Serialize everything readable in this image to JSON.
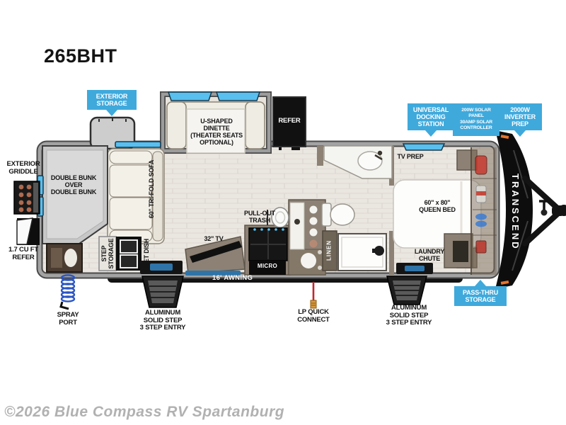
{
  "page": {
    "model": "265BHT",
    "watermark": "©2026 Blue Compass RV Spartanburg"
  },
  "brand": {
    "front_cap": "TRANSCEND"
  },
  "callouts": {
    "exterior_storage": "EXTERIOR\nSTORAGE",
    "universal_docking_station": "UNIVERSAL\nDOCKING\nSTATION",
    "solar": "200W SOLAR PANEL\n30AMP SOLAR\nCONTROLLER",
    "inverter_prep": "2000W\nINVERTER\nPREP",
    "pass_thru_storage": "PASS-THRU\nSTORAGE"
  },
  "exterior": {
    "griddle": "EXTERIOR\nGRIDDLE",
    "mini_refer": "1.7 CU FT\nREFER",
    "spray_port": "SPRAY\nPORT",
    "entry_step_left": "ALUMINUM\nSOLID STEP\n3 STEP ENTRY",
    "entry_step_right": "ALUMINUM\nSOLID STEP\n3 STEP ENTRY",
    "lp_quick_connect": "LP QUICK\nCONNECT",
    "awning": "16' AWNING"
  },
  "interior": {
    "double_bunk": "DOUBLE BUNK\nOVER\nDOUBLE BUNK",
    "tri_fold_sofa": "60\" TRI-FOLD SOFA",
    "step_storage": "STEP\nSTORAGE",
    "pet_dish": "PET DISH",
    "dinette": "U-SHAPED\nDINETTE\n(THEATER SEATS\nOPTIONAL)",
    "refer": "REFER",
    "pull_out_trash": "PULL-OUT\nTRASH",
    "tv": "32\" TV",
    "micro": "MICRO",
    "linen": "LINEN",
    "tv_prep": "TV PREP",
    "queen_bed": "60\" x 80\"\nQUEEN BED",
    "laundry_chute": "LAUNDRY\nCHUTE"
  },
  "colors": {
    "callout_blue": "#3FA9DC",
    "window_blue": "#5BC0EE",
    "wall_gray": "#9A9A9A",
    "floor_tan": "#EAE6E0",
    "furniture_cream": "#EFECE3",
    "cabinet_taupe": "#8C8174",
    "accent_black": "#111111"
  }
}
